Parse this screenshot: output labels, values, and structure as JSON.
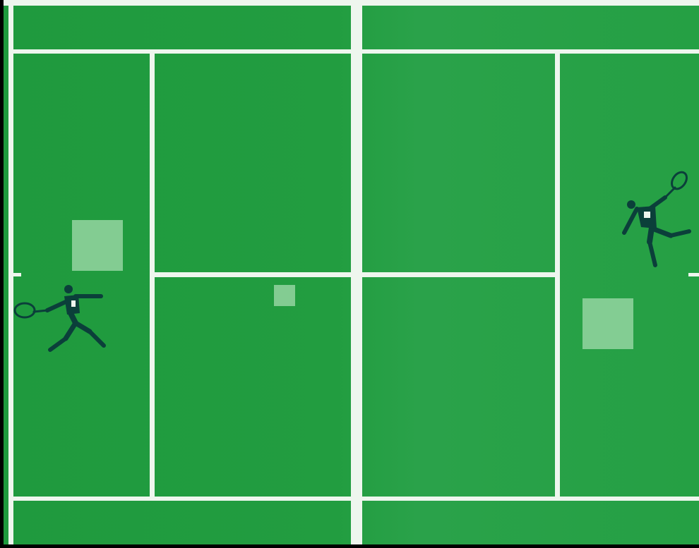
{
  "scene": {
    "surface_color": "#22a042",
    "line_color": "#eef6ee",
    "player_color": "#0b3f3a",
    "marker_color": "#8ed19b"
  },
  "players": [
    {
      "id": "player-left",
      "icon": "tennis-player-forehand-icon"
    },
    {
      "id": "player-right",
      "icon": "tennis-player-overhead-icon"
    }
  ],
  "markers": [
    {
      "id": "target-marker-left",
      "icon": "square-marker"
    },
    {
      "id": "target-marker-center",
      "icon": "square-marker"
    },
    {
      "id": "target-marker-right",
      "icon": "square-marker"
    }
  ]
}
